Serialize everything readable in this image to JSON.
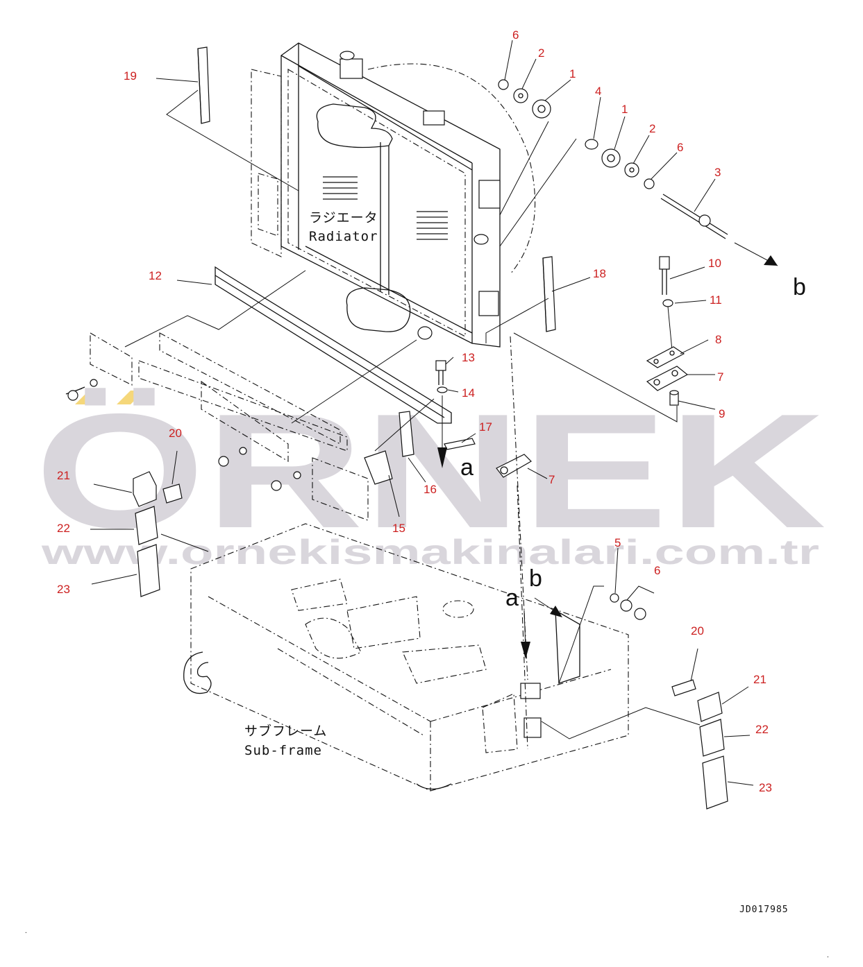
{
  "diagram": {
    "labels": {
      "radiator_jp": "ラジエータ",
      "radiator_en": "Radiator",
      "subframe_jp": "サブフレーム",
      "subframe_en": "Sub-frame",
      "view_a": "a",
      "view_b": "b",
      "drawing_code": "JD017985"
    },
    "callouts": [
      {
        "id": "c6a",
        "text": "6"
      },
      {
        "id": "c2a",
        "text": "2"
      },
      {
        "id": "c1a",
        "text": "1"
      },
      {
        "id": "c4",
        "text": "4"
      },
      {
        "id": "c1b",
        "text": "1"
      },
      {
        "id": "c2b",
        "text": "2"
      },
      {
        "id": "c6b",
        "text": "6"
      },
      {
        "id": "c3",
        "text": "3"
      },
      {
        "id": "c19",
        "text": "19"
      },
      {
        "id": "c10",
        "text": "10"
      },
      {
        "id": "c11",
        "text": "11"
      },
      {
        "id": "c18",
        "text": "18"
      },
      {
        "id": "c12",
        "text": "12"
      },
      {
        "id": "c8",
        "text": "8"
      },
      {
        "id": "c7a",
        "text": "7"
      },
      {
        "id": "c9",
        "text": "9"
      },
      {
        "id": "c13",
        "text": "13"
      },
      {
        "id": "c14",
        "text": "14"
      },
      {
        "id": "c17",
        "text": "17"
      },
      {
        "id": "c20a",
        "text": "20"
      },
      {
        "id": "c21a",
        "text": "21"
      },
      {
        "id": "c16",
        "text": "16"
      },
      {
        "id": "c7b",
        "text": "7"
      },
      {
        "id": "c22a",
        "text": "22"
      },
      {
        "id": "c15",
        "text": "15"
      },
      {
        "id": "c23a",
        "text": "23"
      },
      {
        "id": "c5",
        "text": "5"
      },
      {
        "id": "c6c",
        "text": "6"
      },
      {
        "id": "c20b",
        "text": "20"
      },
      {
        "id": "c21b",
        "text": "21"
      },
      {
        "id": "c22b",
        "text": "22"
      },
      {
        "id": "c23b",
        "text": "23"
      }
    ]
  },
  "watermark": {
    "brand": "ÖRNEK",
    "website": "www.ornekismakinalari.com.tr",
    "brand_color": "#d9d6dc",
    "accent_color": "#f5d77a"
  },
  "colors": {
    "callout": "#cc1f1f",
    "line": "#111111"
  }
}
